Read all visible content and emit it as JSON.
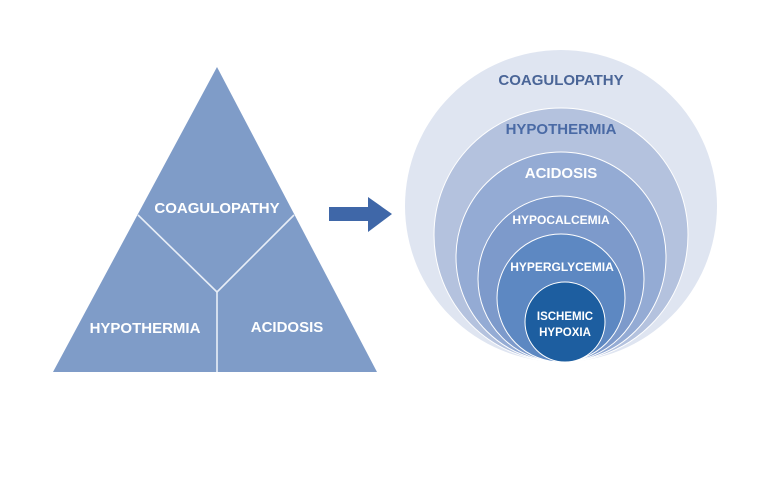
{
  "triangle": {
    "fill": "#7f9cc8",
    "divider": "#e8eef7",
    "segments": [
      {
        "label": "COAGULOPATHY"
      },
      {
        "label": "HYPOTHERMIA"
      },
      {
        "label": "ACIDOSIS"
      }
    ]
  },
  "arrow": {
    "color": "#3f67a8",
    "direction": "right"
  },
  "circles": [
    {
      "label": "COAGULOPATHY",
      "fill": "#dfe5f1",
      "text": "#4a6597"
    },
    {
      "label": "HYPOTHERMIA",
      "fill": "#b4c2de",
      "text": "#4a6aa5"
    },
    {
      "label": "ACIDOSIS",
      "fill": "#94abd4",
      "text": "#ffffff"
    },
    {
      "label": "HYPOCALCEMIA",
      "fill": "#7d9acb",
      "text": "#ffffff"
    },
    {
      "label": "HYPERGLYCEMIA",
      "fill": "#5d88c2",
      "text": "#ffffff"
    },
    {
      "label": "ISCHEMIC HYPOXIA",
      "lines": [
        "ISCHEMIC",
        "HYPOXIA"
      ],
      "fill": "#1d5ea0",
      "text": "#ffffff"
    }
  ]
}
